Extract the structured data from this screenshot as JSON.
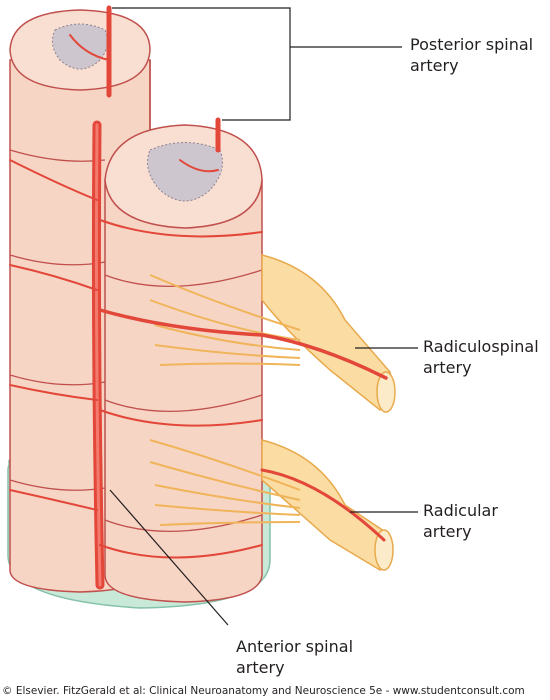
{
  "labels": {
    "posterior_spinal_artery": "Posterior spinal\nartery",
    "radiculospinal_artery": "Radiculospinal\nartery",
    "radicular_artery": "Radicular\nartery",
    "anterior_spinal_artery": "Anterior spinal\nartery"
  },
  "credit": "© Elsevier. FitzGerald et al: Clinical Neuroanatomy and Neuroscience 5e - www.studentconsult.com",
  "colors": {
    "cord_tissue": "#f7d5c4",
    "cord_outline": "#c0504d",
    "grey_matter": "#cdc6ce",
    "artery": "#e2473a",
    "nerve_root": "#fbdca3",
    "nerve_outline": "#e8a94d",
    "dura_band": "#bfe4d2",
    "leader_line": "#231f20"
  }
}
